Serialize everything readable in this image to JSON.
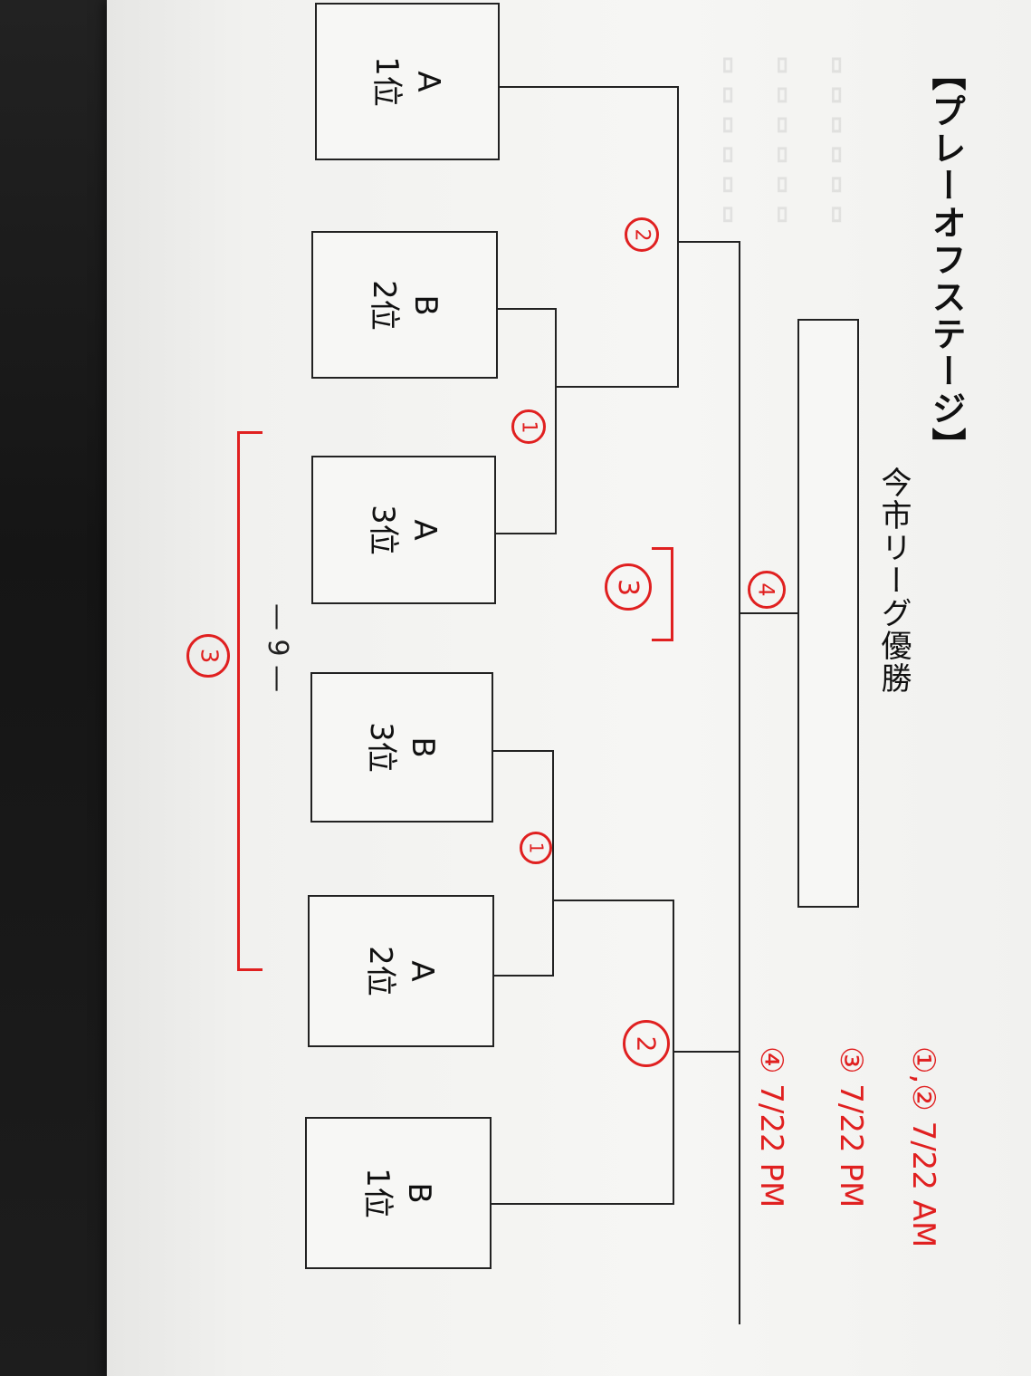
{
  "title": "【プレーオフステージ】",
  "final_box": "今市リーグ優勝",
  "teams": [
    {
      "group": "A",
      "rank": "1位"
    },
    {
      "group": "B",
      "rank": "2位"
    },
    {
      "group": "A",
      "rank": "3位"
    },
    {
      "group": "B",
      "rank": "3位"
    },
    {
      "group": "A",
      "rank": "2位"
    },
    {
      "group": "B",
      "rank": "1位"
    }
  ],
  "marks": {
    "m1": "1",
    "m2": "2",
    "m3": "3",
    "m4": "4"
  },
  "schedule": [
    {
      "games": "①,②",
      "date": "7/22 AM"
    },
    {
      "games": "③",
      "date": "7/22 PM"
    },
    {
      "games": "④",
      "date": "7/22 PM"
    }
  ],
  "third_place_note": "— 9 —",
  "colors": {
    "ink": "#222222",
    "red": "#e02020",
    "paper": "#f4f4f2"
  }
}
